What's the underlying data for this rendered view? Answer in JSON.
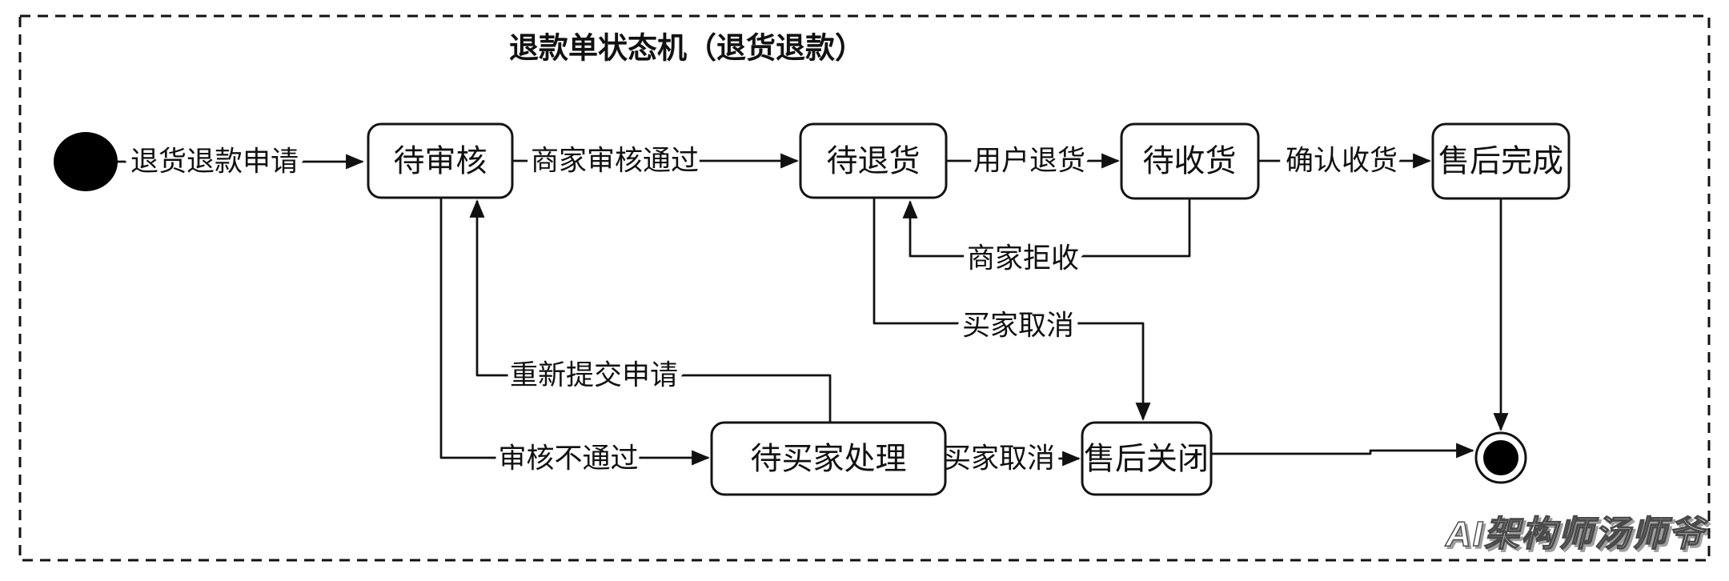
{
  "title": "退款单状态机（退货退款）",
  "watermark": "AI架构师汤师爷",
  "diagram": {
    "type": "state-machine",
    "states": {
      "initial": {
        "kind": "initial-pseudo-state",
        "label": ""
      },
      "pending_review": {
        "label": "待审核"
      },
      "pending_return_goods": {
        "label": "待退货"
      },
      "pending_receipt": {
        "label": "待收货"
      },
      "aftersales_complete": {
        "label": "售后完成"
      },
      "pending_buyer_action": {
        "label": "待买家处理"
      },
      "aftersales_closed": {
        "label": "售后关闭"
      },
      "final": {
        "kind": "final-state",
        "label": ""
      }
    },
    "transitions": {
      "apply": {
        "from": "initial",
        "to": "pending_review",
        "label": "退货退款申请"
      },
      "merchant_approved": {
        "from": "pending_review",
        "to": "pending_return_goods",
        "label": "商家审核通过"
      },
      "user_returns": {
        "from": "pending_return_goods",
        "to": "pending_receipt",
        "label": "用户退货"
      },
      "confirm_receipt": {
        "from": "pending_receipt",
        "to": "aftersales_complete",
        "label": "确认收货"
      },
      "merchant_rejects": {
        "from": "pending_receipt",
        "to": "pending_return_goods",
        "label": "商家拒收"
      },
      "buyer_cancels_return": {
        "from": "pending_return_goods",
        "to": "aftersales_closed",
        "label": "买家取消"
      },
      "review_rejected": {
        "from": "pending_review",
        "to": "pending_buyer_action",
        "label": "审核不通过"
      },
      "resubmit": {
        "from": "pending_buyer_action",
        "to": "pending_review",
        "label": "重新提交申请"
      },
      "buyer_cancels": {
        "from": "pending_buyer_action",
        "to": "aftersales_closed",
        "label": "买家取消"
      },
      "complete_to_end": {
        "from": "aftersales_complete",
        "to": "final",
        "label": ""
      },
      "closed_to_end": {
        "from": "aftersales_closed",
        "to": "final",
        "label": ""
      }
    }
  }
}
